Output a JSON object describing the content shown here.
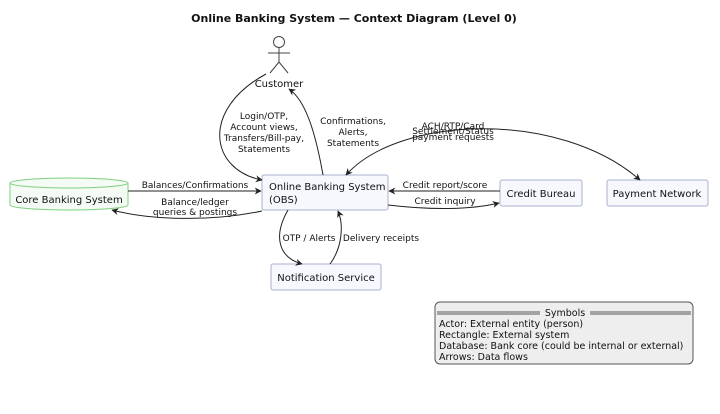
{
  "title": "Online Banking System — Context Diagram (Level 0)",
  "nodes": {
    "customer": "Customer",
    "obs": [
      "Online Banking System",
      "(OBS)"
    ],
    "core": "Core Banking System",
    "credit": "Credit Bureau",
    "payment": "Payment Network",
    "notify": "Notification Service"
  },
  "flows": {
    "customer_to_obs": [
      "Login/OTP,",
      "Account views,",
      "Transfers/Bill-pay,",
      "Statements"
    ],
    "obs_to_customer": [
      "Confirmations,",
      "Alerts,",
      "Statements"
    ],
    "obs_to_payment": [
      "ACH/RTP/Card",
      "payment requests"
    ],
    "payment_to_obs": [
      "Settlement/Status"
    ],
    "core_to_obs": [
      "Balances/Confirmations"
    ],
    "obs_to_core": [
      "Balance/ledger",
      "queries & postings"
    ],
    "credit_to_obs": [
      "Credit report/score"
    ],
    "obs_to_credit": [
      "Credit inquiry"
    ],
    "obs_to_notify": [
      "OTP / Alerts"
    ],
    "notify_to_obs": [
      "Delivery receipts"
    ]
  },
  "legend": {
    "title": "Symbols",
    "items": [
      "Actor: External entity (person)",
      "Rectangle: External system",
      "Database: Bank core (could be internal or external)",
      "Arrows: Data flows"
    ]
  },
  "colors": {
    "system_fill": "#f7f8fe",
    "system_border": "#aab0d0",
    "database_fill": "#f4fbf4",
    "database_border": "#7fcf7f",
    "legend_fill": "#eeeeee",
    "legend_border": "#555555"
  }
}
